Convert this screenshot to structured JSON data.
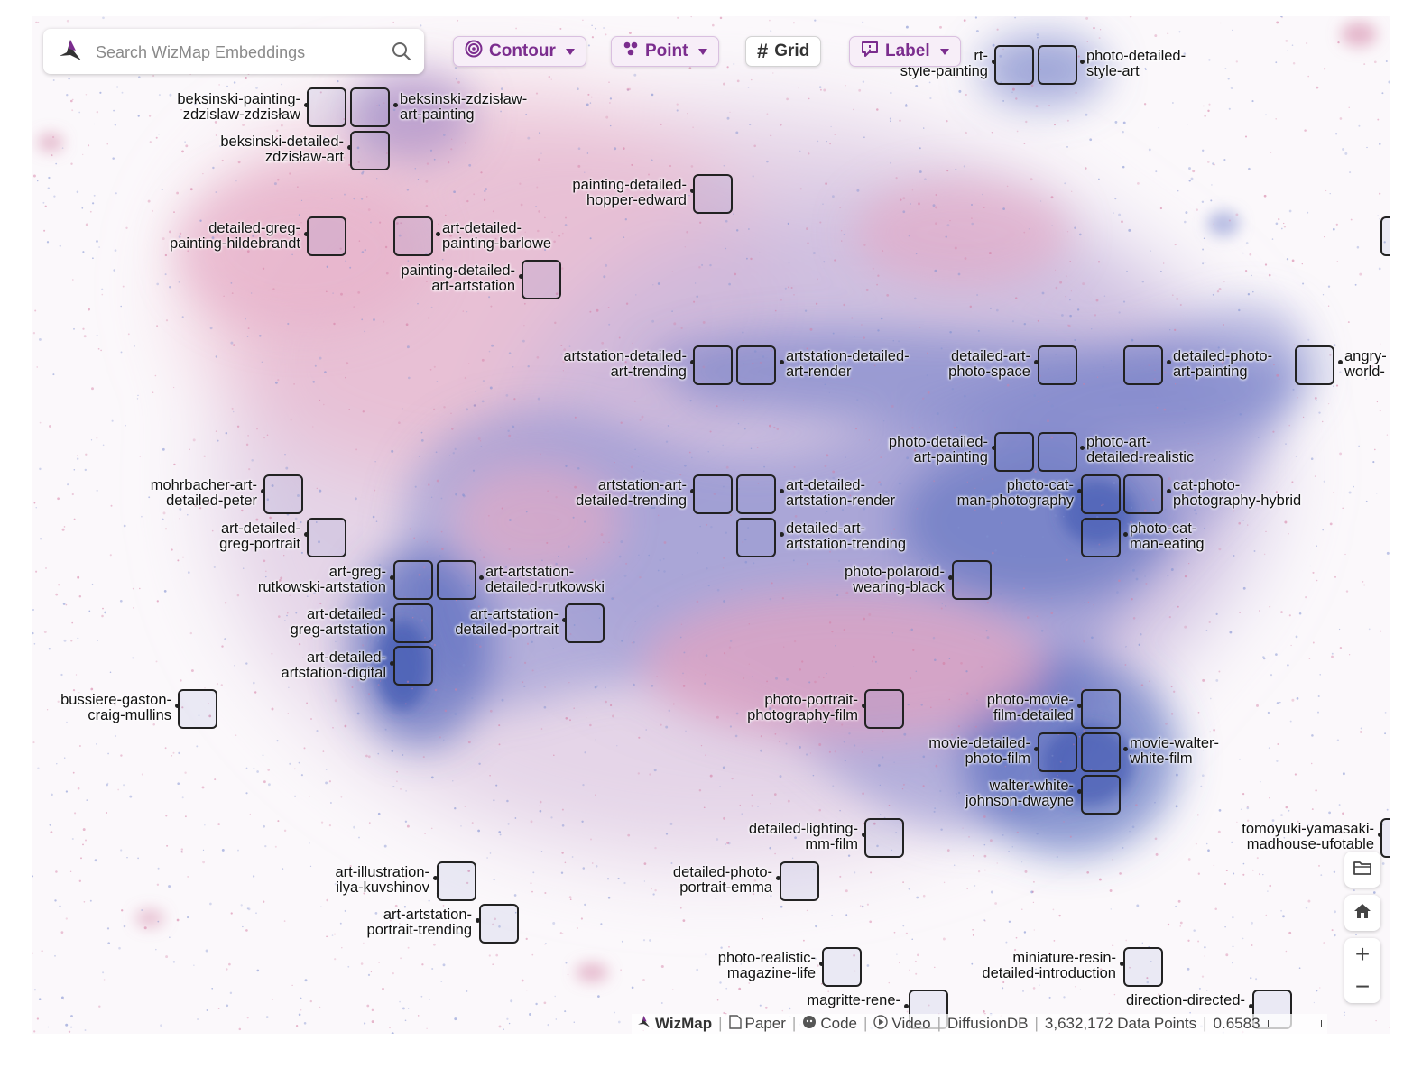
{
  "search": {
    "placeholder": "Search WizMap Embeddings"
  },
  "toolbar": {
    "contour_label": "Contour",
    "point_label": "Point",
    "grid_label": "Grid",
    "label_label": "Label"
  },
  "colors": {
    "accent": "#7b2d8e",
    "blue_density": "#3f5bb0",
    "pink_density": "#d07aa0"
  },
  "labels": [
    {
      "lines": [
        "rt-",
        "style-painting"
      ],
      "side": "left"
    },
    {
      "lines": [
        "photo-detailed-",
        "style-art"
      ],
      "side": "right"
    },
    {
      "lines": [
        "beksinski-painting-",
        "zdzislaw-zdzisław"
      ],
      "side": "left"
    },
    {
      "lines": [
        "beksinski-zdzisław-",
        "art-painting"
      ],
      "side": "right"
    },
    {
      "lines": [
        "beksinski-detailed-",
        "zdzisław-art"
      ],
      "side": "left"
    },
    {
      "lines": [
        "painting-detailed-",
        "hopper-edward"
      ],
      "side": "left"
    },
    {
      "lines": [
        "detailed-greg-",
        "painting-hildebrandt"
      ],
      "side": "left"
    },
    {
      "lines": [
        "art-detailed-",
        "painting-barlowe"
      ],
      "side": "right"
    },
    {
      "lines": [
        "painting-detailed-",
        "art-artstation"
      ],
      "side": "left"
    },
    {
      "lines": [
        "artstation-detailed-",
        "art-trending"
      ],
      "side": "left"
    },
    {
      "lines": [
        "artstation-detailed-",
        "art-render"
      ],
      "side": "right"
    },
    {
      "lines": [
        "detailed-art-",
        "photo-space"
      ],
      "side": "left"
    },
    {
      "lines": [
        "detailed-photo-",
        "art-painting"
      ],
      "side": "right"
    },
    {
      "lines": [
        "angry-",
        "world-"
      ],
      "side": "right"
    },
    {
      "lines": [
        "photo-detailed-",
        "art-painting"
      ],
      "side": "left"
    },
    {
      "lines": [
        "photo-art-",
        "detailed-realistic"
      ],
      "side": "right"
    },
    {
      "lines": [
        "mohrbacher-art-",
        "detailed-peter"
      ],
      "side": "left"
    },
    {
      "lines": [
        "artstation-art-",
        "detailed-trending"
      ],
      "side": "left"
    },
    {
      "lines": [
        "art-detailed-",
        "artstation-render"
      ],
      "side": "right"
    },
    {
      "lines": [
        "photo-cat-",
        "man-photography"
      ],
      "side": "left"
    },
    {
      "lines": [
        "cat-photo-",
        "photography-hybrid"
      ],
      "side": "right"
    },
    {
      "lines": [
        "art-detailed-",
        "greg-portrait"
      ],
      "side": "left"
    },
    {
      "lines": [
        "detailed-art-",
        "artstation-trending"
      ],
      "side": "right"
    },
    {
      "lines": [
        "photo-cat-",
        "man-eating"
      ],
      "side": "right"
    },
    {
      "lines": [
        "art-greg-",
        "rutkowski-artstation"
      ],
      "side": "left"
    },
    {
      "lines": [
        "art-artstation-",
        "detailed-rutkowski"
      ],
      "side": "right"
    },
    {
      "lines": [
        "photo-polaroid-",
        "wearing-black"
      ],
      "side": "left"
    },
    {
      "lines": [
        "art-detailed-",
        "greg-artstation"
      ],
      "side": "left"
    },
    {
      "lines": [
        "art-artstation-",
        "detailed-portrait"
      ],
      "side": "left"
    },
    {
      "lines": [
        "art-detailed-",
        "artstation-digital"
      ],
      "side": "left"
    },
    {
      "lines": [
        "bussiere-gaston-",
        "craig-mullins"
      ],
      "side": "left"
    },
    {
      "lines": [
        "photo-portrait-",
        "photography-film"
      ],
      "side": "left"
    },
    {
      "lines": [
        "photo-movie-",
        "film-detailed"
      ],
      "side": "left"
    },
    {
      "lines": [
        "movie-detailed-",
        "photo-film"
      ],
      "side": "left"
    },
    {
      "lines": [
        "movie-walter-",
        "white-film"
      ],
      "side": "right"
    },
    {
      "lines": [
        "walter-white-",
        "johnson-dwayne"
      ],
      "side": "left"
    },
    {
      "lines": [
        "detailed-lighting-",
        "mm-film"
      ],
      "side": "left"
    },
    {
      "lines": [
        "tomoyuki-yamasaki-",
        "madhouse-ufotable"
      ],
      "side": "left"
    },
    {
      "lines": [
        "art-illustration-",
        "ilya-kuvshinov"
      ],
      "side": "left"
    },
    {
      "lines": [
        "detailed-photo-",
        "portrait-emma"
      ],
      "side": "left"
    },
    {
      "lines": [
        "art-artstation-",
        "portrait-trending"
      ],
      "side": "left"
    },
    {
      "lines": [
        "photo-realistic-",
        "magazine-life"
      ],
      "side": "left"
    },
    {
      "lines": [
        "miniature-resin-",
        "detailed-introduction"
      ],
      "side": "left"
    },
    {
      "lines": [
        "magritte-rene-"
      ],
      "side": "left"
    },
    {
      "lines": [
        "direction-directed-"
      ],
      "side": "left"
    }
  ],
  "footer": {
    "brand": "WizMap",
    "paper": "Paper",
    "code": "Code",
    "video": "Video",
    "dataset": "DiffusionDB",
    "count": "3,632,172 Data Points",
    "scale": "0.6583"
  }
}
